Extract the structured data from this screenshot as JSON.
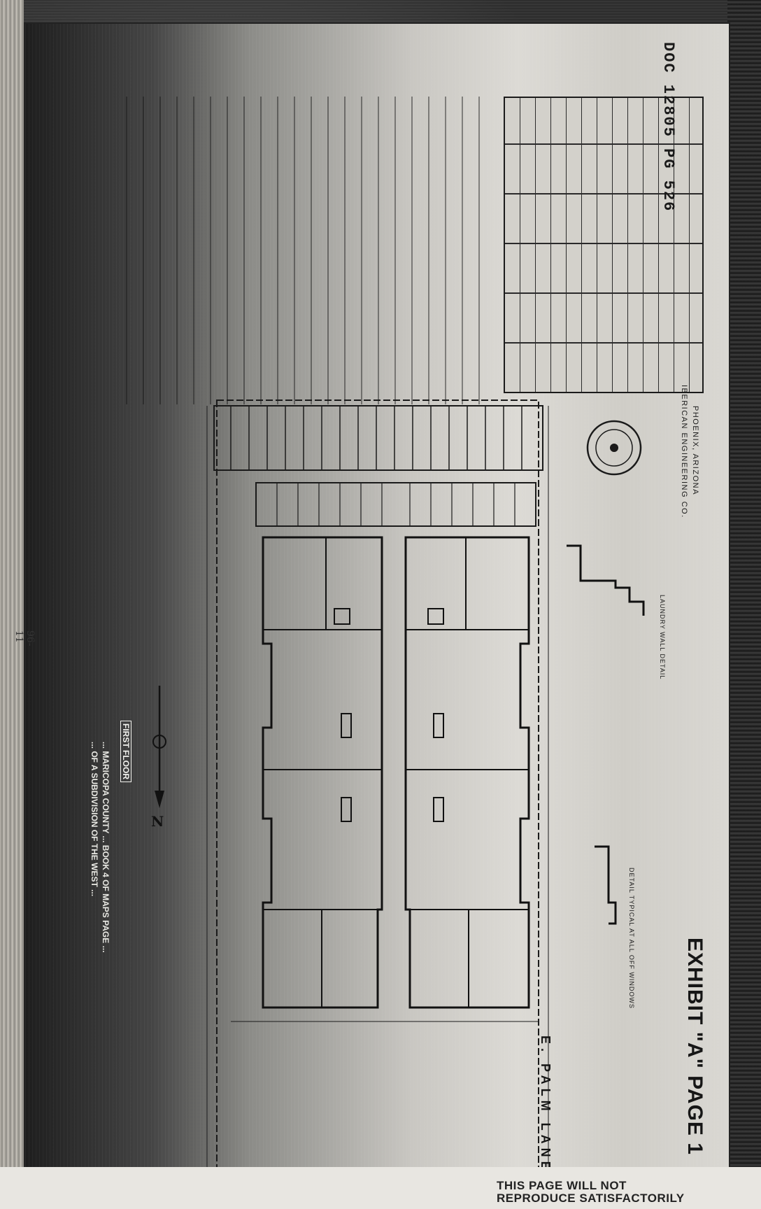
{
  "document": {
    "header_code": "DOC 12805 PG 526",
    "title_lines": [
      "... OF A SUBDIVISION OF THE WEST ...",
      "... MARICOPA COUNTY ... BOOK 4 OF MAPS PAGE ..."
    ],
    "first_floor_label": "FIRST FLOOR",
    "north_label": "N",
    "street_label": "E. PALM LANE",
    "laundry_detail_label": "LAUNDRY WALL DETAIL",
    "detail_label": "DETAIL TYPICAL AT ALL OFF WINDOWS",
    "engineering_firm": "IBERICAN ENGINEERING CO.",
    "engineering_city": "PHOENIX, ARIZONA",
    "exhibit_label": "EXHIBIT \"A\" PAGE 1",
    "margin_note": "96-11",
    "bottom_note_line1": "THIS PAGE WILL NOT",
    "bottom_note_line2": "REPRODUCE SATISFACTORILY"
  }
}
